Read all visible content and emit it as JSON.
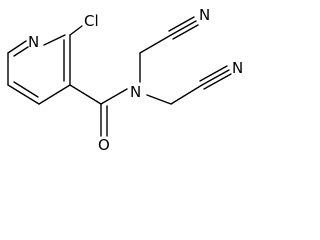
{
  "molecule": {
    "atoms": {
      "ring_nitrogen": "N",
      "chlorine": "Cl",
      "amide_nitrogen": "N",
      "carbonyl_oxygen": "O",
      "nitrile_nitrogen_top": "N",
      "nitrile_nitrogen_bottom": "N"
    }
  }
}
